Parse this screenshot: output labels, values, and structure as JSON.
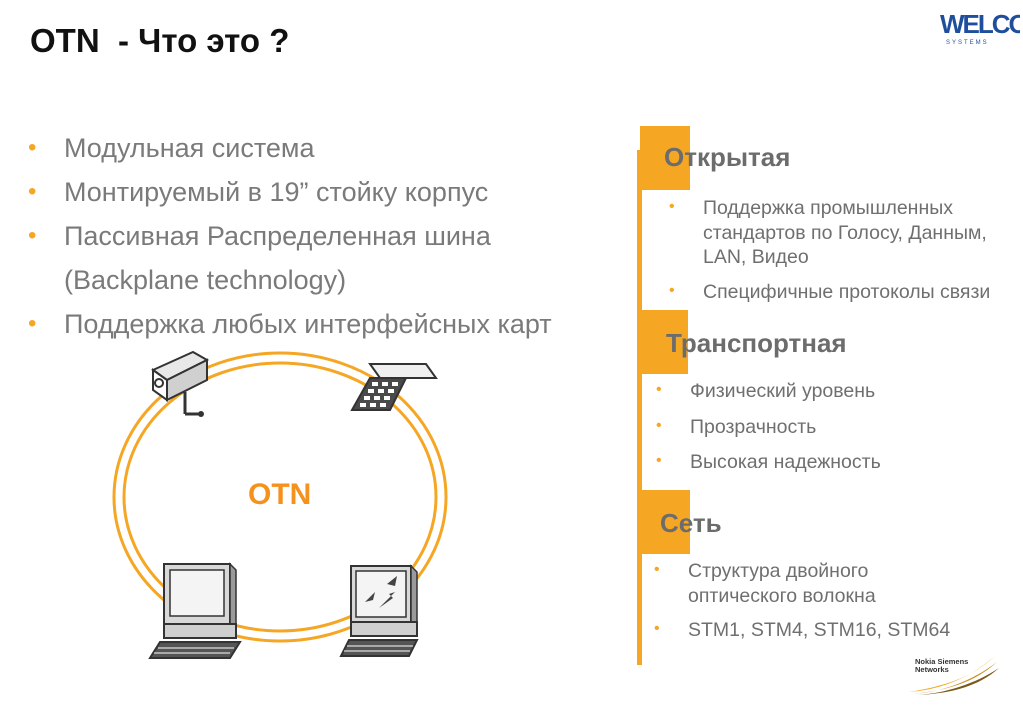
{
  "slide": {
    "title": "OTN  - Что это ?",
    "bullets": [
      {
        "text": "Модульная система"
      },
      {
        "text": "Монтируемый в 19” стойку корпус"
      },
      {
        "text": "Пассивная Распределенная шина",
        "cont": "(Backplane technology)"
      },
      {
        "text": "Поддержка любых интерфейсных карт"
      }
    ],
    "diagram": {
      "ring_label": "OTN"
    },
    "sections": [
      {
        "heading": "Открытая",
        "items": [
          "Поддержка промышленных стандартов по Голосу, Данным, LAN, Видео",
          "Специфичные протоколы связи"
        ]
      },
      {
        "heading": "Транспортная",
        "items": [
          "Физический уровень",
          "Прозрачность",
          "Высокая надежность"
        ]
      },
      {
        "heading": "Сеть",
        "items": [
          "Структура двойного оптического волокна",
          "STM1, STM4, STM16, STM64"
        ]
      }
    ],
    "logos": {
      "welcom": {
        "main": "WELCOM",
        "sub": "SYSTEMS"
      },
      "nsn": {
        "line1": "Nokia Siemens",
        "line2": "Networks"
      }
    },
    "colors": {
      "accent": "#f5a623",
      "ring": "#f5a623",
      "text_gray": "#7a7a7a",
      "title": "#111111"
    }
  }
}
